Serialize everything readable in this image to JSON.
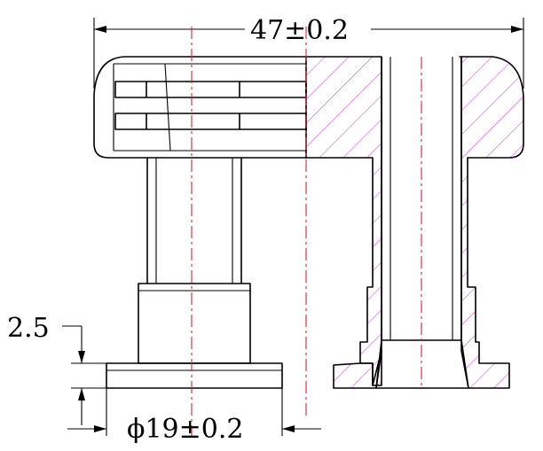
{
  "dimensions": {
    "overall_width": "47±0.2",
    "flange_diameter": "ϕ19±0.2",
    "flange_thickness": "2.5"
  },
  "colors": {
    "outline": "#000000",
    "centerline": "#e0202e",
    "hatch": "#e040e0"
  }
}
